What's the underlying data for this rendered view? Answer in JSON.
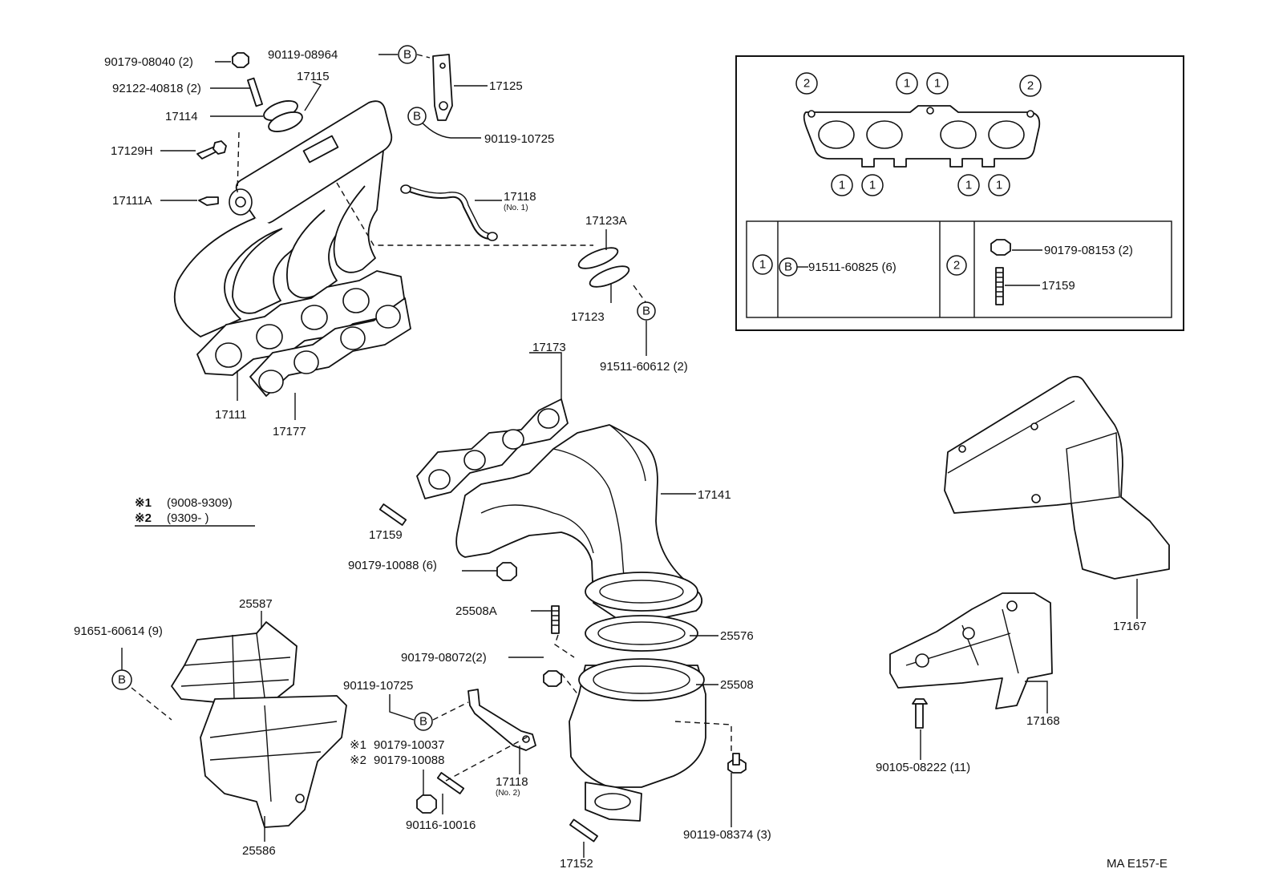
{
  "labels": {
    "p90179_08040": "90179-08040 (2)",
    "p92122_40818": "92122-40818 (2)",
    "p17115": "17115",
    "p17114": "17114",
    "p17129H": "17129H",
    "p17111A": "17111A",
    "p90119_08964": "90119-08964",
    "p17125": "17125",
    "p90119_10725_top": "90119-10725",
    "p17118_no1": "17118",
    "p17118_no1_sub": "(No. 1)",
    "p17123A": "17123A",
    "p17123": "17123",
    "p91511_60612": "91511-60612 (2)",
    "p17111": "17111",
    "p17177": "17177",
    "p17173": "17173",
    "p17141": "17141",
    "p17159": "17159",
    "p90179_10088": "90179-10088 (6)",
    "p25508A": "25508A",
    "p90179_08072": "90179-08072(2)",
    "p25576": "25576",
    "p25508": "25508",
    "p90119_10725_bot": "90119-10725",
    "p90179_10037": "90179-10037",
    "p90179_10088_b": "90179-10088",
    "p17118_no2": "17118",
    "p17118_no2_sub": "(No. 2)",
    "p90116_10016": "90116-10016",
    "p17152": "17152",
    "p90119_08374": "90119-08374 (3)",
    "p25587": "25587",
    "p91651_60614": "91651-60614 (9)",
    "p25586": "25586",
    "p17167": "17167",
    "p17168": "17168",
    "p90105_08222": "90105-08222 (11)",
    "legend_mark1": "※1",
    "legend_mark2": "※2",
    "legend_range1": "(9008-9309)",
    "legend_range2": "(9309-          )",
    "inset_p91511_60825": "91511-60825 (6)",
    "inset_p90179_08153": "90179-08153 (2)",
    "inset_p17159": "17159",
    "figure_code": "MA E157-E"
  },
  "markers": {
    "one": "1",
    "two": "2",
    "b": "B"
  }
}
